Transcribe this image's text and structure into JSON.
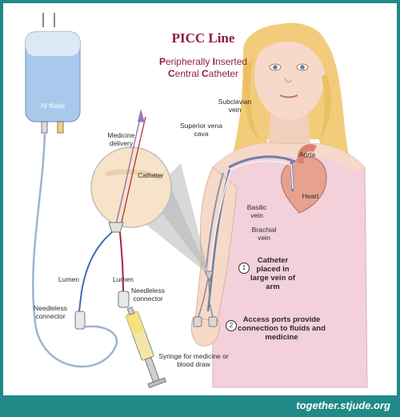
{
  "title": "PICC Line",
  "subtitle": {
    "line1": {
      "p": "P",
      "rest1": "eripherally ",
      "i": "I",
      "rest2": "nserted"
    },
    "line2": {
      "c1": "C",
      "rest1": "entral ",
      "c2": "C",
      "rest2": "atheter"
    }
  },
  "labels": {
    "iv_fluids": "IV fluids",
    "medicine_delivery": "Medicine delivery",
    "catheter": "Catheter",
    "subclavian_vein": "Subclavian vein",
    "superior_vena_cava": "Superior vena cava",
    "aorta": "Aorta",
    "heart": "Heart",
    "basilic_vein": "Basilic vein",
    "brachial_vein": "Brachial vein",
    "lumen_left": "Lumen",
    "lumen_right": "Lumen",
    "needleless_connector_left": "Needleless connector",
    "needleless_connector_right": "Needleless connector",
    "syringe": "Syringe for medicine or blood draw"
  },
  "notes": [
    {
      "number": "1",
      "text": "Catheter placed in large vein of arm"
    },
    {
      "number": "2",
      "text": "Access ports provide connection to fluids and medicine"
    }
  ],
  "footer": {
    "url": "together.stjude.org"
  },
  "colors": {
    "frame": "#1f8a87",
    "title": "#8e1f3a",
    "skin": "#f6d9c8",
    "hair": "#f2cc7a",
    "shirt": "#f3d0da",
    "vein_blue": "#3a6fb0",
    "red": "#a8253a"
  }
}
